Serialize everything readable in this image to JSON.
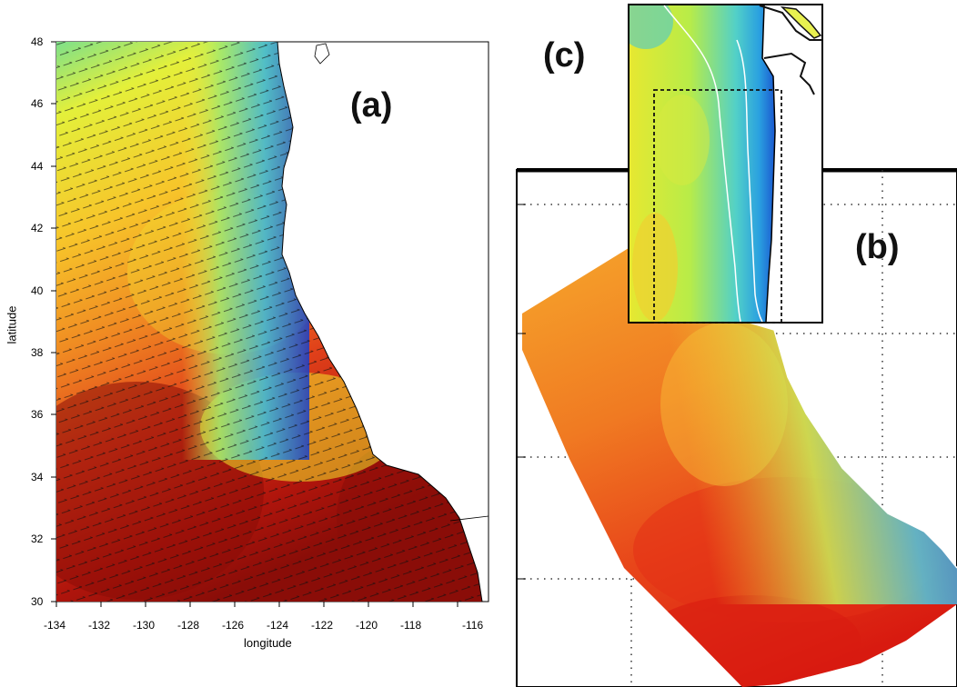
{
  "panel_a": {
    "label": "(a)",
    "xlabel": "longitude",
    "ylabel": "latitude",
    "x_ticks": [
      "-134",
      "-132",
      "-130",
      "-128",
      "-126",
      "-124",
      "-122",
      "-120",
      "-118",
      "-116"
    ],
    "y_ticks": [
      "48",
      "46",
      "44",
      "42",
      "40",
      "38",
      "36",
      "34",
      "32",
      "30"
    ]
  },
  "panel_b": {
    "label": "(b)"
  },
  "panel_c": {
    "label": "(c)"
  },
  "colors": {
    "warm": "#e0301a",
    "hot": "#8a0f08",
    "mid": "#f2f02a",
    "cool": "#39c7d8",
    "cold": "#1440c8"
  }
}
